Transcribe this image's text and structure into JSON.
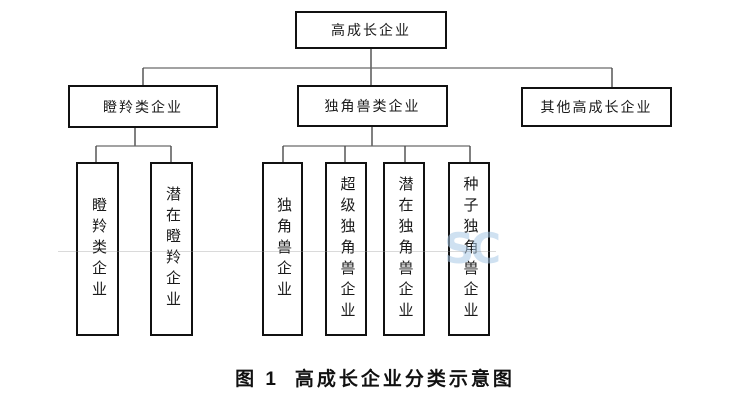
{
  "figure": {
    "root": {
      "label": "高成长企业"
    },
    "branches": [
      {
        "label": "瞪羚类企业"
      },
      {
        "label": "独角兽类企业"
      },
      {
        "label": "其他高成长企业"
      }
    ],
    "leaves": [
      {
        "label": "瞪羚类企业"
      },
      {
        "label": "潜在瞪羚企业"
      },
      {
        "label": "独角兽企业"
      },
      {
        "label": "超级独角兽企业"
      },
      {
        "label": "潜在独角兽企业"
      },
      {
        "label": "种子独角兽企业"
      }
    ],
    "caption": {
      "prefix": "图 1",
      "title": "高成长企业分类示意图"
    },
    "watermark": "SC",
    "colors": {
      "box_border": "#111111",
      "connector": "#5a5a5a",
      "text": "#1a1a1a",
      "watermark": "#a9c9e6",
      "background": "#ffffff"
    }
  }
}
